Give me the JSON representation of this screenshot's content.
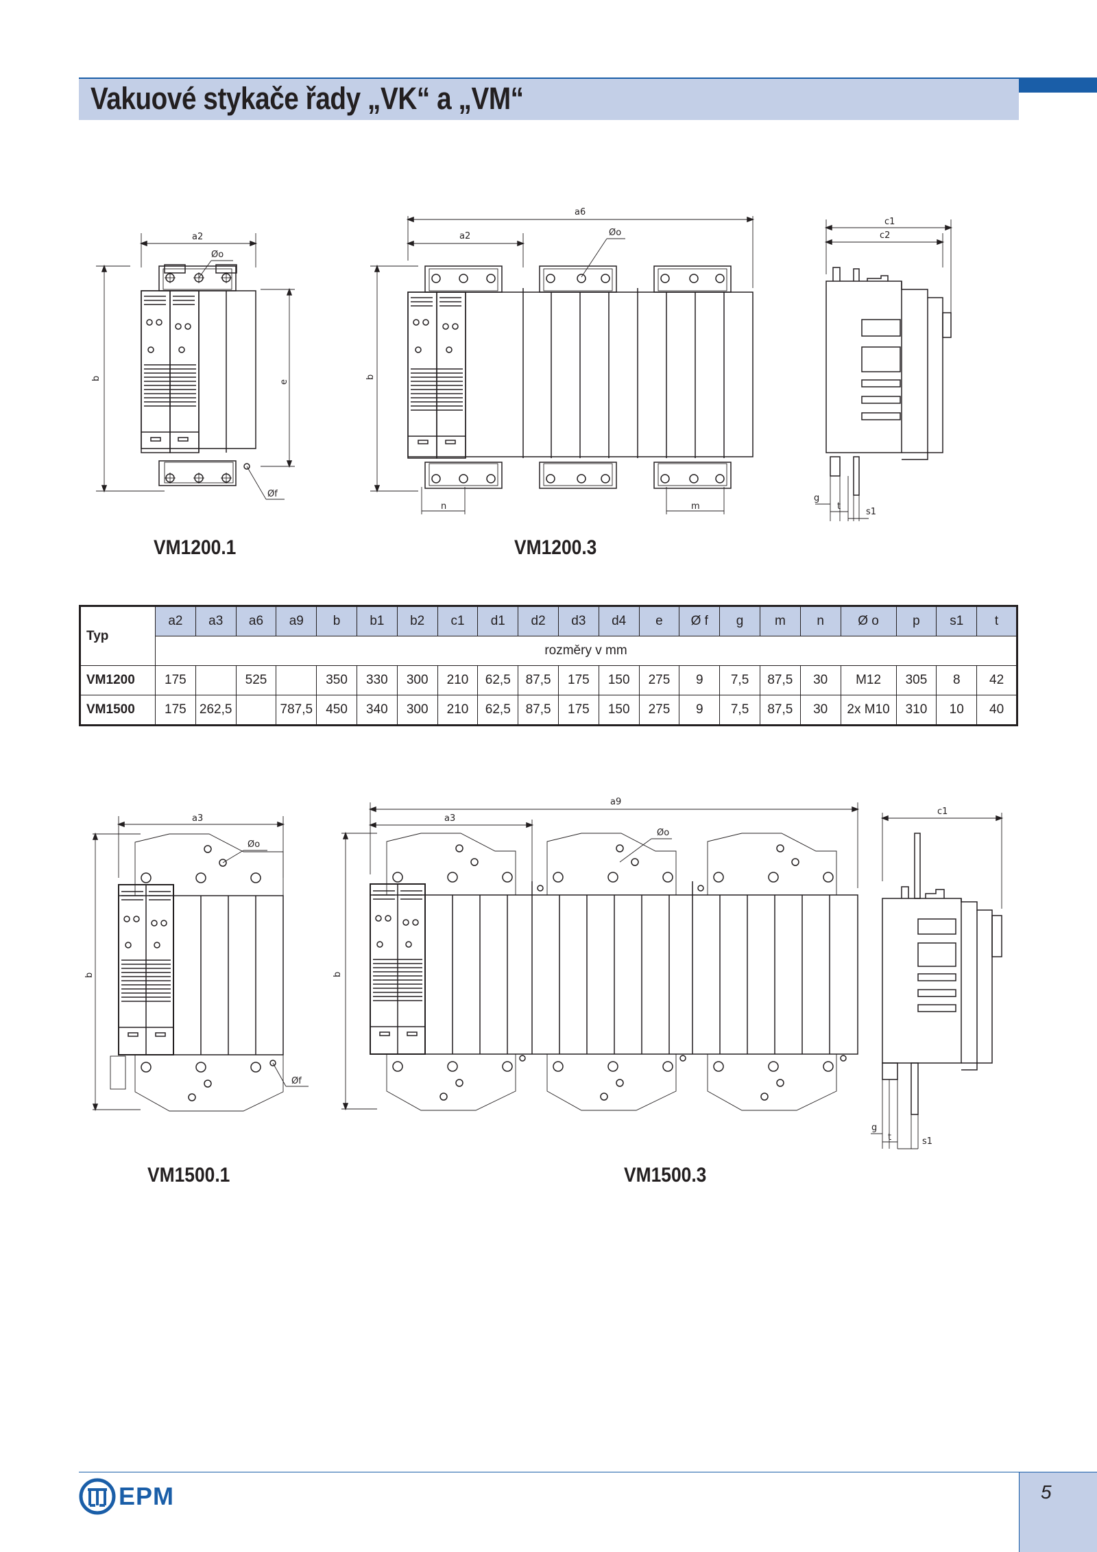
{
  "header": {
    "title": "Vakuové stykače řady „VK“ a „VM“"
  },
  "drawings": {
    "top_left_label": "VM1200.1",
    "top_right_label": "VM1200.3",
    "bottom_left_label": "VM1500.1",
    "bottom_right_label": "VM1500.3",
    "dim_labels": {
      "a2": "a2",
      "a3": "a3",
      "a6": "a6",
      "a9": "a9",
      "b": "b",
      "e": "e",
      "c1": "c1",
      "c2": "c2",
      "g": "g",
      "t": "t",
      "s1": "s1",
      "n": "n",
      "m": "m",
      "o": "Øo",
      "f": "Øf"
    }
  },
  "table": {
    "typ_header": "Typ",
    "columns": [
      "a2",
      "a3",
      "a6",
      "a9",
      "b",
      "b1",
      "b2",
      "c1",
      "d1",
      "d2",
      "d3",
      "d4",
      "e",
      "Ø f",
      "g",
      "m",
      "n",
      "Ø o",
      "p",
      "s1",
      "t"
    ],
    "unit_row": "rozměry v mm",
    "rows": [
      {
        "name": "VM1200",
        "values": [
          "175",
          "",
          "525",
          "",
          "350",
          "330",
          "300",
          "210",
          "62,5",
          "87,5",
          "175",
          "150",
          "275",
          "9",
          "7,5",
          "87,5",
          "30",
          "M12",
          "305",
          "8",
          "42"
        ]
      },
      {
        "name": "VM1500",
        "values": [
          "175",
          "262,5",
          "",
          "787,5",
          "450",
          "340",
          "300",
          "210",
          "62,5",
          "87,5",
          "175",
          "150",
          "275",
          "9",
          "7,5",
          "87,5",
          "30",
          "2x M10",
          "310",
          "10",
          "40"
        ]
      }
    ]
  },
  "footer": {
    "logo_text": "EPM",
    "page_number": "5"
  },
  "colors": {
    "accent_blue": "#1a5ea8",
    "band_light_blue": "#c3cfe7",
    "ink": "#231f20"
  }
}
